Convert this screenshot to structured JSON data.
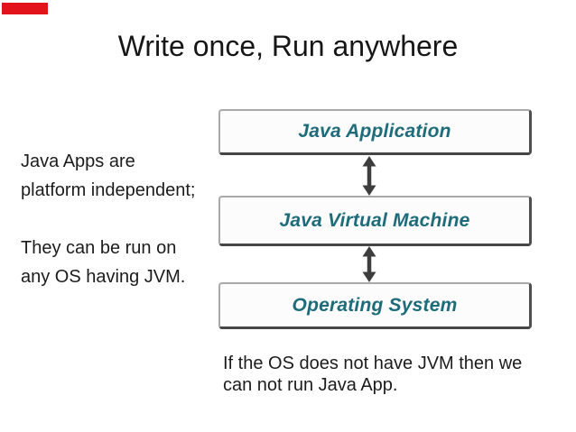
{
  "slide_title": "Write once, Run anywhere",
  "left_note": {
    "lines": [
      "Java Apps are",
      "platform independent;",
      "",
      "They can be run on",
      "any OS having JVM."
    ]
  },
  "diagram": {
    "boxes": [
      {
        "label": "Java Application"
      },
      {
        "label": "Java Virtual Machine"
      },
      {
        "label": "Operating System"
      }
    ],
    "connector": "double-headed-vertical-arrow"
  },
  "bottom_note": {
    "lines": [
      "If the OS does not have JVM then we",
      "can not run Java App."
    ]
  },
  "colors": {
    "marker_red": "#e3131b",
    "title_text": "#161616",
    "body_text": "#1c1c1c",
    "box_label": "#1e6c7a",
    "arrow": "#3d3d3d"
  }
}
